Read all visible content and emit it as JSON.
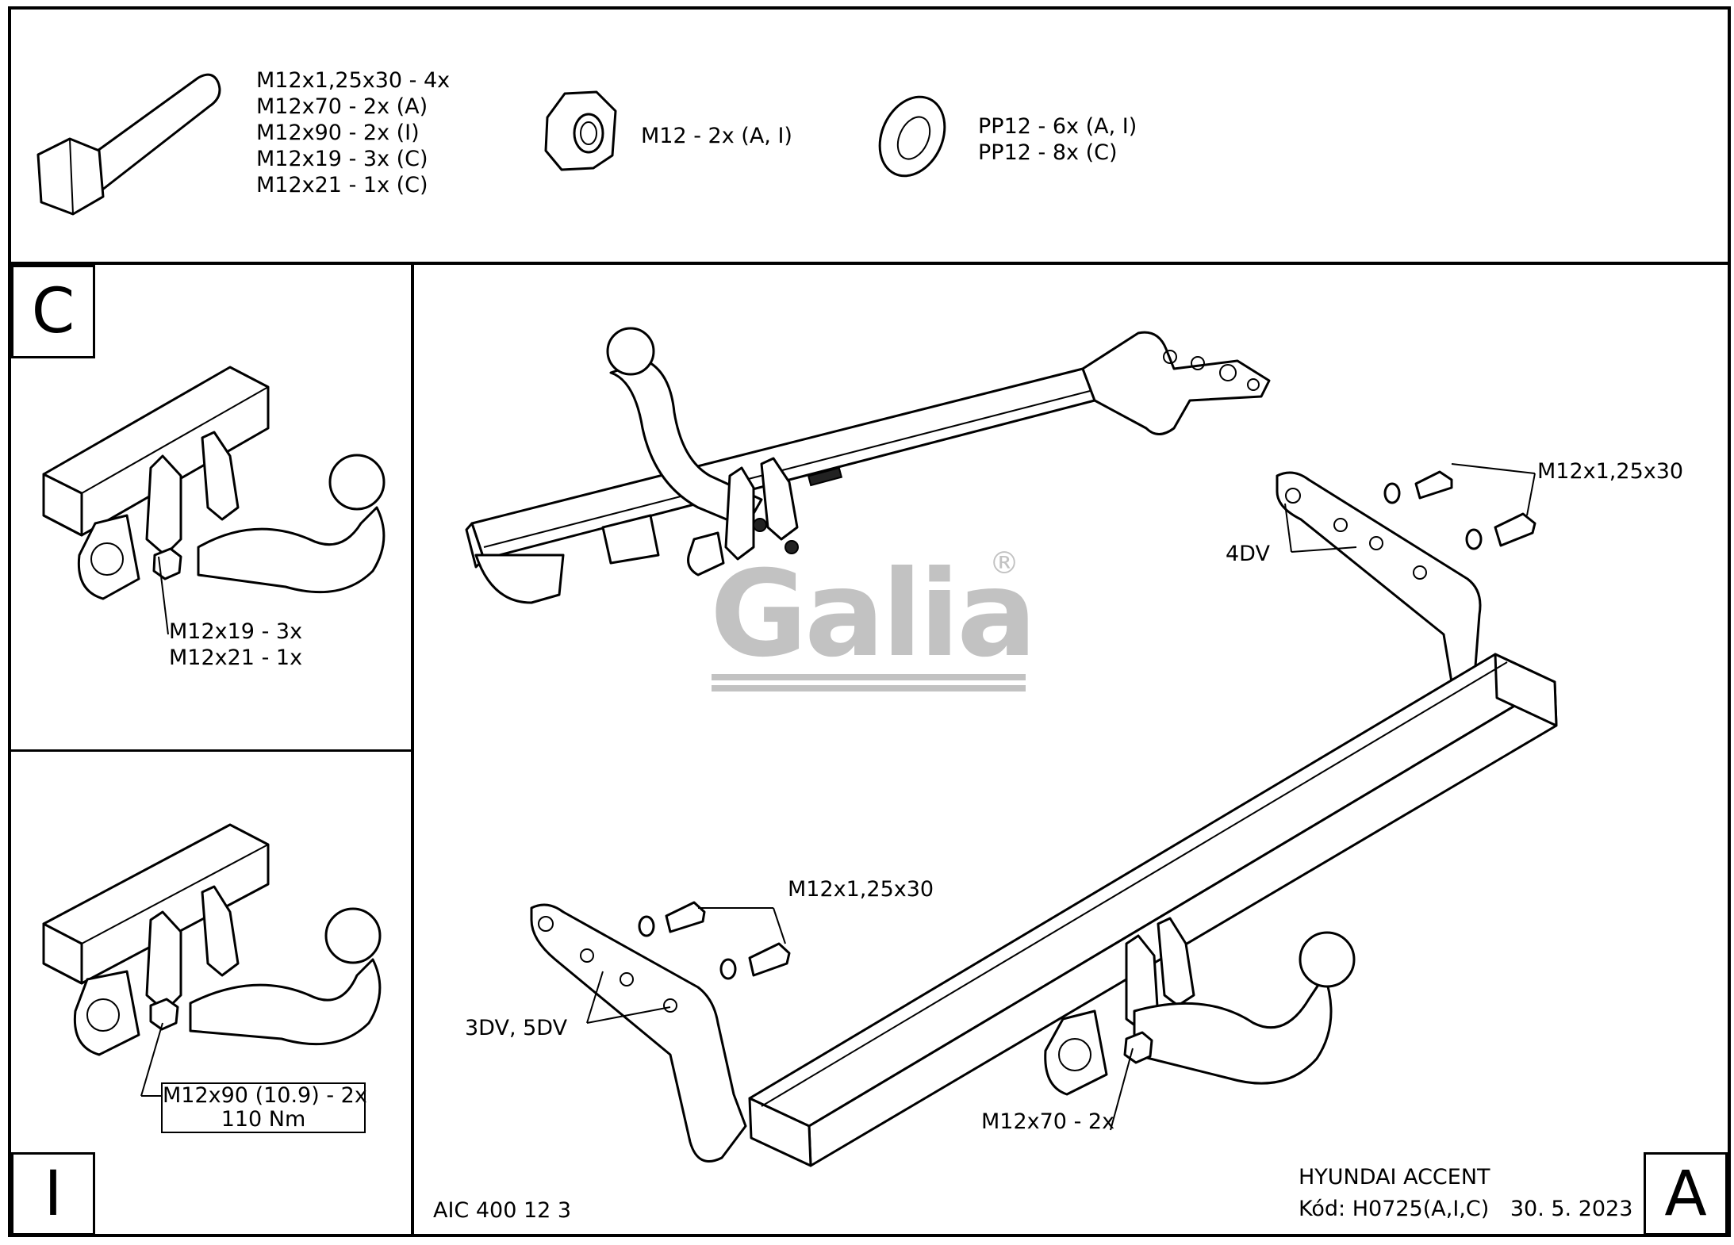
{
  "hardware": {
    "bolt_lines": [
      "M12x1,25x30 - 4x",
      "M12x70 - 2x (A)",
      "M12x90 - 2x (I)",
      "M12x19 - 3x (C)",
      "M12x21 - 1x (C)"
    ],
    "nut_label": "M12 - 2x (A, I)",
    "washer_lines": [
      "PP12 - 6x (A, I)",
      "PP12 - 8x (C)"
    ]
  },
  "panel_c": {
    "letter": "C",
    "bolt_lines": [
      "M12x19 - 3x",
      "M12x21 - 1x"
    ]
  },
  "panel_i": {
    "letter": "I",
    "spec_lines": [
      "M12x90 (10.9) - 2x",
      "110 Nm"
    ]
  },
  "panel_a": {
    "letter": "A",
    "label_4dv": "4DV",
    "label_3dv": "3DV, 5DV",
    "bolt_label_top": "M12x1,25x30",
    "bolt_label_bottom": "M12x1,25x30",
    "bolt_label_ball": "M12x70 - 2x",
    "logo_text": "Galia",
    "logo_mark": "®"
  },
  "footer": {
    "code": "AIC 400 12 3",
    "vehicle": "HYUNDAI ACCENT",
    "kod_label": "Kód:",
    "kod_value": "H0725(A,I,C)",
    "date": "30. 5. 2023"
  }
}
